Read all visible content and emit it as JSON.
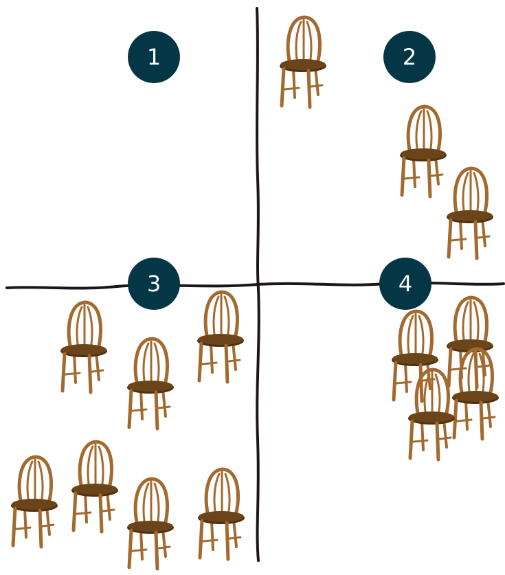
{
  "colors": {
    "badge_bg": "#053645",
    "badge_text": "#ffffff",
    "divider": "#1c1714",
    "chair_wood": "#a26a2e",
    "chair_seat": "#6b4419",
    "chair_dark": "#4f3010"
  },
  "quadrants": [
    {
      "label": "1",
      "chair_count": 0
    },
    {
      "label": "2",
      "chair_count": 3
    },
    {
      "label": "3",
      "chair_count": 7
    },
    {
      "label": "4",
      "chair_count": 4
    }
  ],
  "icon": "wooden-chair-icon"
}
